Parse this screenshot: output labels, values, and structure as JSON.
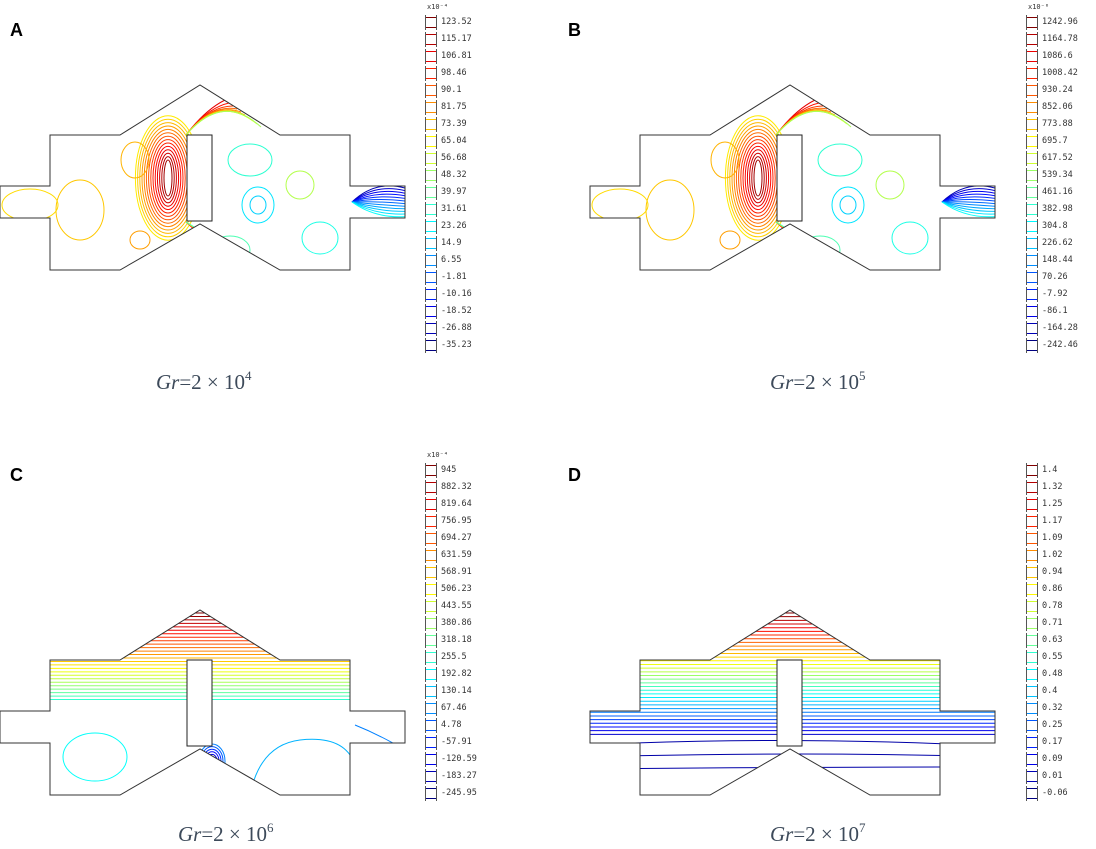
{
  "panels": [
    {
      "letter": "A",
      "caption": {
        "prefix": "Gr",
        "mid": "=2 × 10",
        "exp": "4"
      },
      "colorbar": {
        "multiplier": "x10⁻⁴",
        "ticks": [
          "123.52",
          "115.17",
          "106.81",
          "98.46",
          "90.1",
          "81.75",
          "73.39",
          "65.04",
          "56.68",
          "48.32",
          "39.97",
          "31.61",
          "23.26",
          "14.9",
          "6.55",
          "-1.81",
          "-10.16",
          "-18.52",
          "-26.88",
          "-35.23"
        ]
      },
      "mode": "cells"
    },
    {
      "letter": "B",
      "caption": {
        "prefix": "Gr",
        "mid": "=2 × 10",
        "exp": "5"
      },
      "colorbar": {
        "multiplier": "x10⁻⁶",
        "ticks": [
          "1242.96",
          "1164.78",
          "1086.6",
          "1008.42",
          "930.24",
          "852.06",
          "773.88",
          "695.7",
          "617.52",
          "539.34",
          "461.16",
          "382.98",
          "304.8",
          "226.62",
          "148.44",
          "70.26",
          "-7.92",
          "-86.1",
          "-164.28",
          "-242.46"
        ]
      },
      "mode": "cells"
    },
    {
      "letter": "C",
      "caption": {
        "prefix": "Gr",
        "mid": "=2 × 10",
        "exp": "6"
      },
      "colorbar": {
        "multiplier": "x10⁻⁴",
        "ticks": [
          "945",
          "882.32",
          "819.64",
          "756.95",
          "694.27",
          "631.59",
          "568.91",
          "506.23",
          "443.55",
          "380.86",
          "318.18",
          "255.5",
          "192.82",
          "130.14",
          "67.46",
          "4.78",
          "-57.91",
          "-120.59",
          "-183.27",
          "-245.95"
        ]
      },
      "mode": "stratified"
    },
    {
      "letter": "D",
      "caption": {
        "prefix": "Gr",
        "mid": "=2 × 10",
        "exp": "7"
      },
      "colorbar": {
        "multiplier": "",
        "ticks": [
          "1.4",
          "1.32",
          "1.25",
          "1.17",
          "1.09",
          "1.02",
          "0.94",
          "0.86",
          "0.78",
          "0.71",
          "0.63",
          "0.55",
          "0.48",
          "0.4",
          "0.32",
          "0.25",
          "0.17",
          "0.09",
          "0.01",
          "-0.06"
        ]
      },
      "mode": "stratified-full"
    }
  ]
}
